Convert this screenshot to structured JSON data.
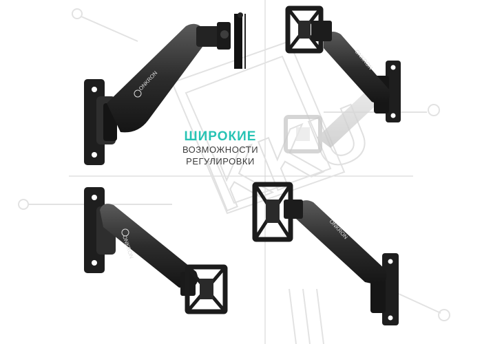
{
  "caption": {
    "headline": "ШИРОКИЕ",
    "line2": "ВОЗМОЖНОСТИ",
    "line3": "РЕГУЛИРОВКИ"
  },
  "brand": {
    "arm_label": "ONKRON"
  },
  "watermark": {
    "text": "KKU"
  },
  "colors": {
    "accent": "#27c3b4",
    "metal": "#2a2a2a",
    "metal_light": "#4a4a4a",
    "ghost": "#d6d6d6",
    "guide": "#cfcfcf",
    "watermark": "#e4e4e4"
  }
}
